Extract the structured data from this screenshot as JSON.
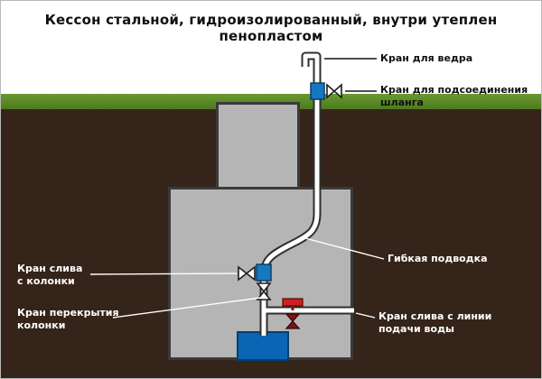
{
  "title": "Кессон стальной, гидроизолированный, внутри утеплен пенопластом",
  "labels": {
    "bucket_tap": "Кран для ведра",
    "hose_tap": "Кран для подсоединения\nшланга",
    "flexible_hose": "Гибкая подводка",
    "line_drain_tap": "Кран слива с линии\nподачи воды",
    "column_drain_tap": "Кран слива\nс колонки",
    "column_shutoff_tap": "Кран перекрытия\nколонки"
  },
  "colors": {
    "sky": "#ffffff",
    "grass": "#4c7a1f",
    "grass_light": "#699a2e",
    "soil": "#35241a",
    "caisson": "#b5b5b5",
    "caisson_border": "#3a3a3a",
    "pipe_outline": "#2f2f2f",
    "pipe_fill": "#ffffff",
    "valve_blue": "#1678c2",
    "pump_blue": "#0a65b5",
    "valve_red": "#cf1f1f",
    "valve_red_dark": "#7d1515"
  }
}
